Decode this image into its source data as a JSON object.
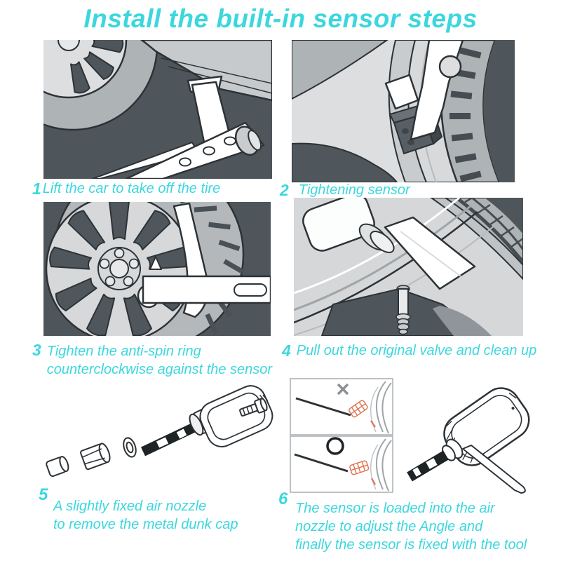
{
  "title": "Install the built-in sensor steps",
  "colors": {
    "accent_cyan": "#3CD7DE",
    "panel_background": "#4E565C",
    "outline": "#2D3236",
    "metal_light": "#D7D9DA",
    "metal_mid": "#AEB3B6",
    "error_orange": "#E0714F"
  },
  "steps": [
    {
      "number": "1",
      "lines": [
        "Lift the car to take off the tire"
      ],
      "illustration": "car-lifted-by-scissor-jack"
    },
    {
      "number": "2",
      "lines": [
        "Tightening sensor"
      ],
      "illustration": "wrench-tightening-sensor-on-rim"
    },
    {
      "number": "3",
      "lines": [
        "Tighten the anti-spin ring",
        "counterclockwise against the sensor"
      ],
      "illustration": "wheel-with-anti-spin-ring-tool"
    },
    {
      "number": "4",
      "lines": [
        "Pull out the original valve and clean up"
      ],
      "illustration": "pulling-original-valve-from-rim"
    },
    {
      "number": "5",
      "lines": [
        "A slightly fixed air nozzle",
        "to remove the metal dunk cap"
      ],
      "illustration": "sensor-valve-exploded-parts"
    },
    {
      "number": "6",
      "lines": [
        "The sensor is loaded into the air",
        "nozzle to adjust the Angle and",
        "finally the sensor is fixed with the tool"
      ],
      "illustration": "sensor-angle-adjust-with-tool"
    }
  ]
}
